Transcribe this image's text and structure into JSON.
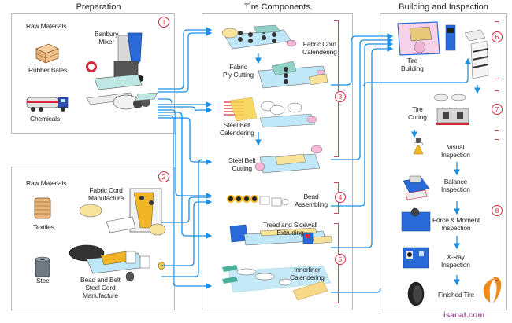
{
  "columns": {
    "preparation": "Preparation",
    "tire_components": "Tire Components",
    "building_inspection": "Building and Inspection"
  },
  "stage_numbers": [
    "1",
    "2",
    "3",
    "4",
    "5",
    "6",
    "7",
    "8"
  ],
  "preparation": {
    "panel1": {
      "raw_materials": "Raw Materials",
      "rubber_bales": "Rubber Bales",
      "chemicals": "Chemicals",
      "banbury_mixer": [
        "Banbury",
        "Mixer"
      ]
    },
    "panel2": {
      "raw_materials": "Raw Materials",
      "textiles": "Textiles",
      "steel": "Steel",
      "fabric_cord_manufacture": [
        "Fabric Cord",
        "Manufacture"
      ],
      "bead_belt_steel_cord": [
        "Bead and Belt",
        "Steel Cord",
        "Manufacture"
      ]
    }
  },
  "components": {
    "fabric_cord_calendering": [
      "Fabric Cord",
      "Calendering"
    ],
    "fabric_ply_cutting": [
      "Fabric",
      "Ply Cutting"
    ],
    "steel_belt_calendering": [
      "Steel Belt",
      "Calendering"
    ],
    "steel_belt_cutting": [
      "Steel Belt",
      "Cutting"
    ],
    "bead_assembling": [
      "Bead",
      "Assembling"
    ],
    "tread_sidewall": [
      "Tread and Sidewall",
      "Extruding"
    ],
    "innerliner": [
      "Innerliner",
      "Calendering"
    ]
  },
  "building": {
    "tire_building": [
      "Tire",
      "Building"
    ],
    "tire_curing": [
      "Tire",
      "Curing"
    ],
    "visual_inspection": [
      "Visual",
      "Inspection"
    ],
    "balance_inspection": [
      "Balance",
      "Inspection"
    ],
    "force_moment": [
      "Force & Moment",
      "Inspection"
    ],
    "xray": [
      "X-Ray",
      "Inspection"
    ],
    "finished_tire": "Finished Tire"
  },
  "brand": "isanat.com",
  "colors": {
    "flow_line": "#1a8fe3",
    "stage_marker": "#d62a3c",
    "panel_border": "#b9b9b9",
    "brand_orange": "#f08a1c",
    "brand_text": "#9b5c95"
  }
}
